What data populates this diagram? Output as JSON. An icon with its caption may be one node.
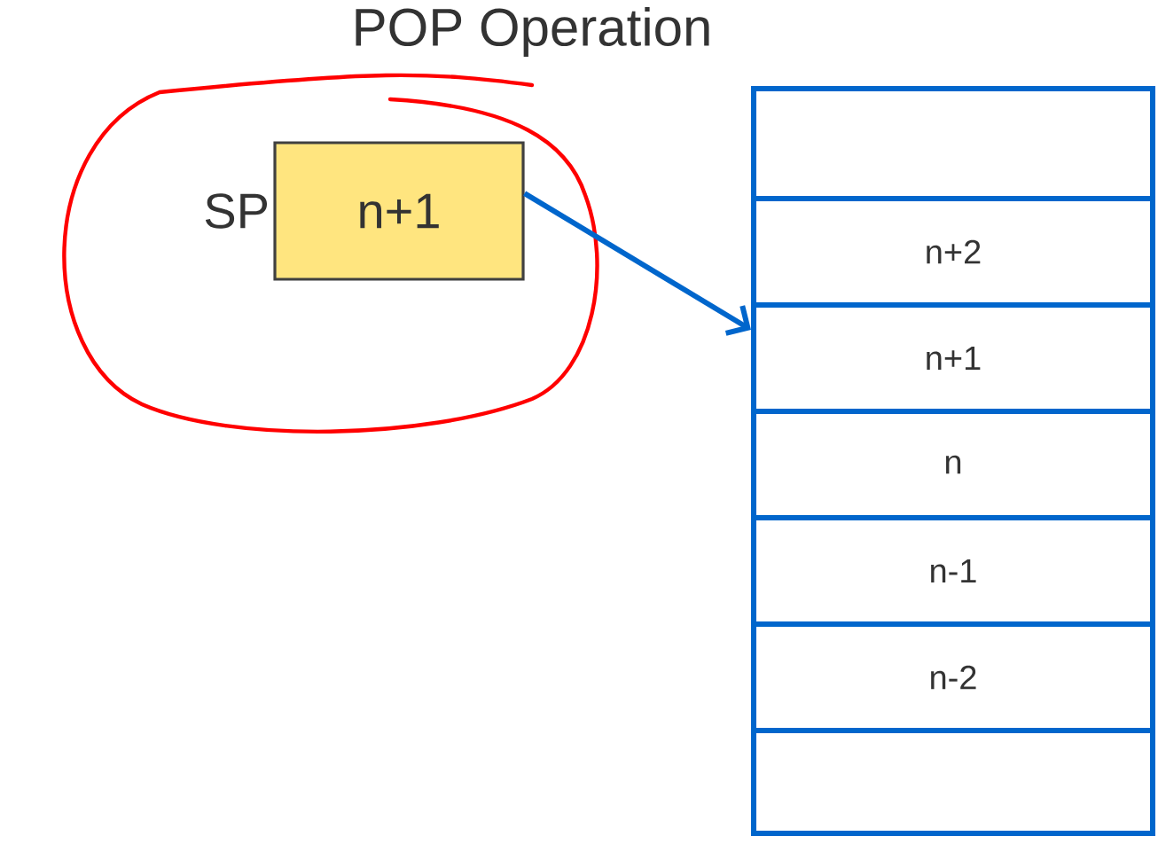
{
  "diagram": {
    "title": "POP Operation",
    "nodes": [
      {
        "text": [
          "n+1"
        ],
        "beside": [
          "SP"
        ]
      },
      {
        "text": [],
        "shape": "box"
      },
      {
        "text": [
          "n+2"
        ]
      },
      {
        "text": [
          "n+1"
        ]
      },
      {
        "text": [
          "n"
        ]
      },
      {
        "text": [
          "n-1"
        ]
      },
      {
        "text": [
          "n-2"
        ]
      },
      {
        "text": [],
        "shape": "box"
      }
    ],
    "edges": [
      {
        "from": 0,
        "to": 3,
        "arrow": "to"
      }
    ]
  }
}
